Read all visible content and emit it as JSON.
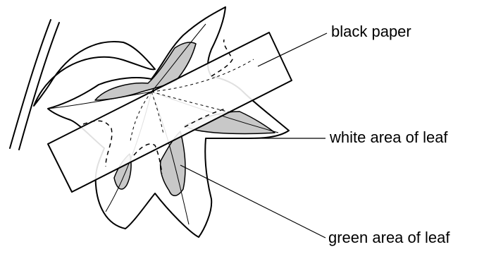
{
  "labels": {
    "black_paper": "black paper",
    "white_area": "white area of leaf",
    "green_area": "green area of leaf"
  },
  "colors": {
    "green_shading": "#c8c8c8",
    "outline": "#000000",
    "background": "#ffffff"
  }
}
